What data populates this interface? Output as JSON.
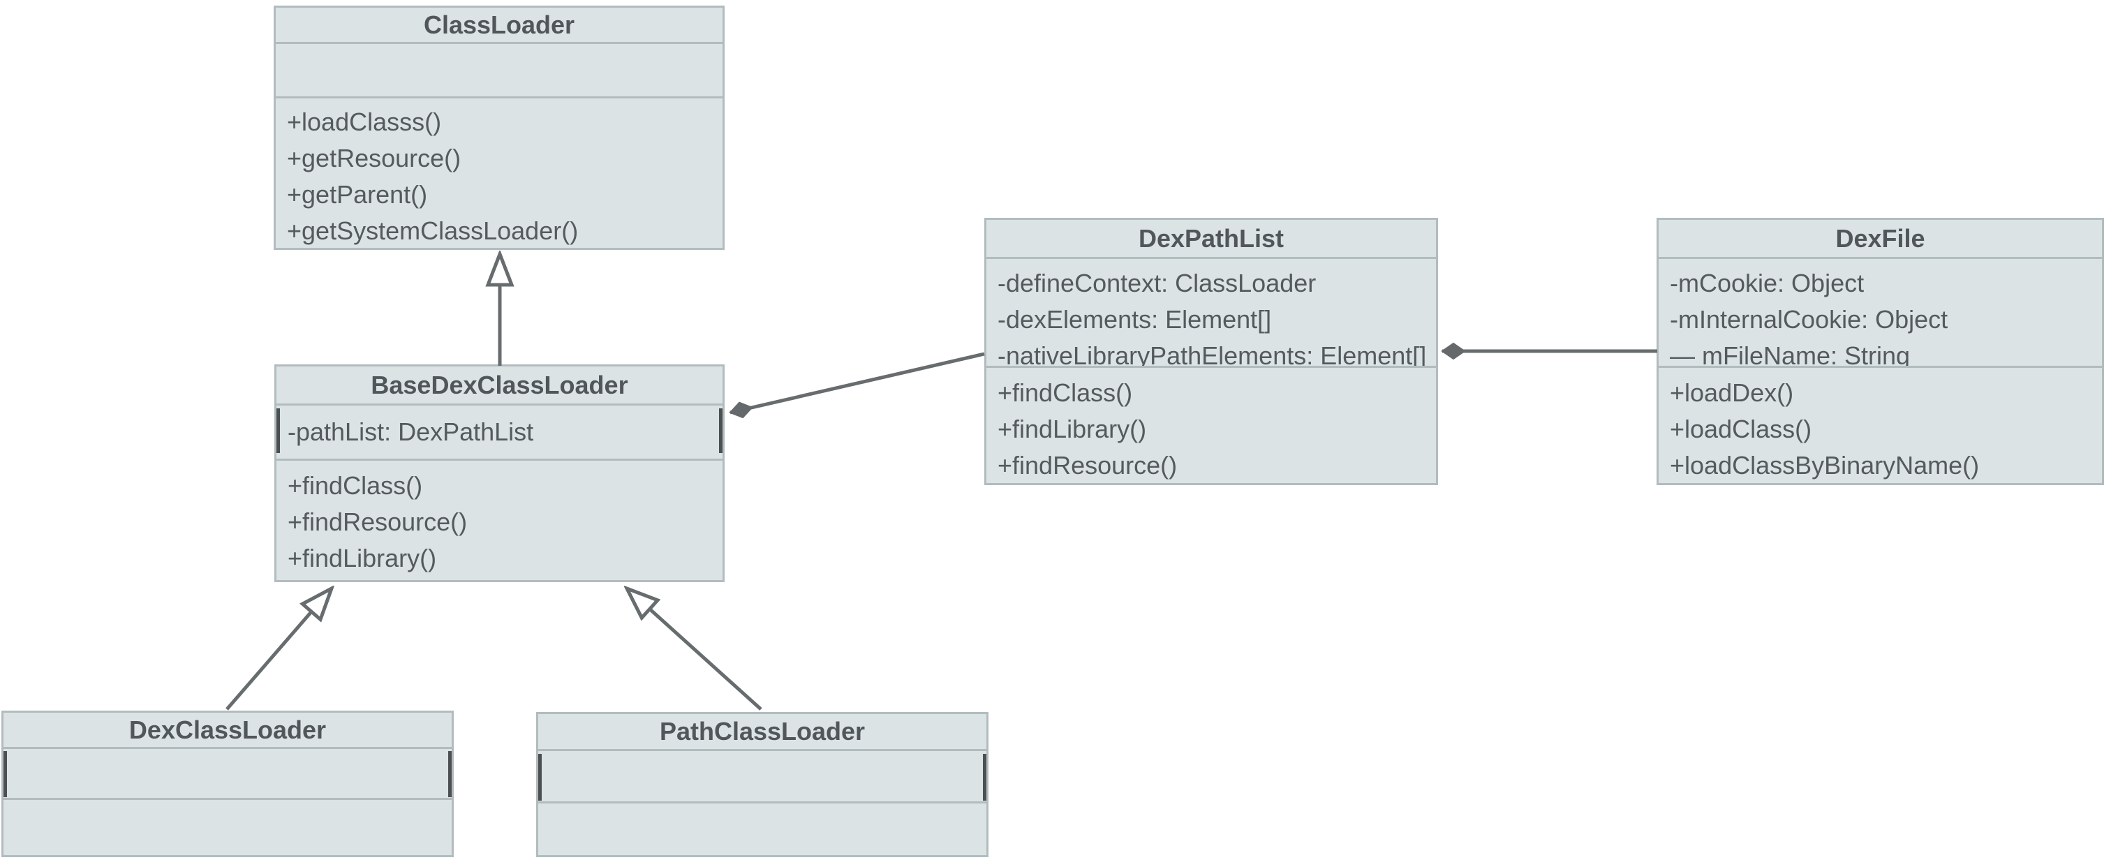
{
  "diagram": {
    "type": "uml-class-diagram",
    "colors": {
      "background": "#ffffff",
      "box_fill": "#dce3e5",
      "box_border": "#b2bcbe",
      "selected_edge": "#4c5052",
      "connector": "#676c6e",
      "text": "#545a5d"
    },
    "classes": [
      {
        "name": "ClassLoader",
        "title": "ClassLoader",
        "attributes": [],
        "methods": [
          "+loadClasss()",
          "+getResource()",
          "+getParent()",
          "+getSystemClassLoader()"
        ]
      },
      {
        "name": "BaseDexClassLoader",
        "title": "BaseDexClassLoader",
        "attributes": [
          "-pathList: DexPathList"
        ],
        "methods": [
          "+findClass()",
          "+findResource()",
          "+findLibrary()"
        ]
      },
      {
        "name": "DexPathList",
        "title": "DexPathList",
        "attributes": [
          "-defineContext: ClassLoader",
          "-dexElements: Element[]",
          "-nativeLibraryPathElements: Element[]"
        ],
        "methods": [
          "+findClass()",
          "+findLibrary()",
          "+findResource()"
        ]
      },
      {
        "name": "DexFile",
        "title": "DexFile",
        "attributes": [
          "-mCookie: Object",
          "-mInternalCookie: Object",
          "— mFileName: String"
        ],
        "methods": [
          "+loadDex()",
          "+loadClass()",
          "+loadClassByBinaryName()"
        ]
      },
      {
        "name": "DexClassLoader",
        "title": "DexClassLoader",
        "attributes": [],
        "methods": []
      },
      {
        "name": "PathClassLoader",
        "title": "PathClassLoader",
        "attributes": [],
        "methods": []
      }
    ],
    "relations": [
      {
        "type": "inheritance",
        "from": "BaseDexClassLoader",
        "to": "ClassLoader"
      },
      {
        "type": "inheritance",
        "from": "DexClassLoader",
        "to": "BaseDexClassLoader"
      },
      {
        "type": "inheritance",
        "from": "PathClassLoader",
        "to": "BaseDexClassLoader"
      },
      {
        "type": "composition",
        "from": "DexPathList",
        "to": "BaseDexClassLoader"
      },
      {
        "type": "composition",
        "from": "DexFile",
        "to": "DexPathList"
      }
    ]
  }
}
